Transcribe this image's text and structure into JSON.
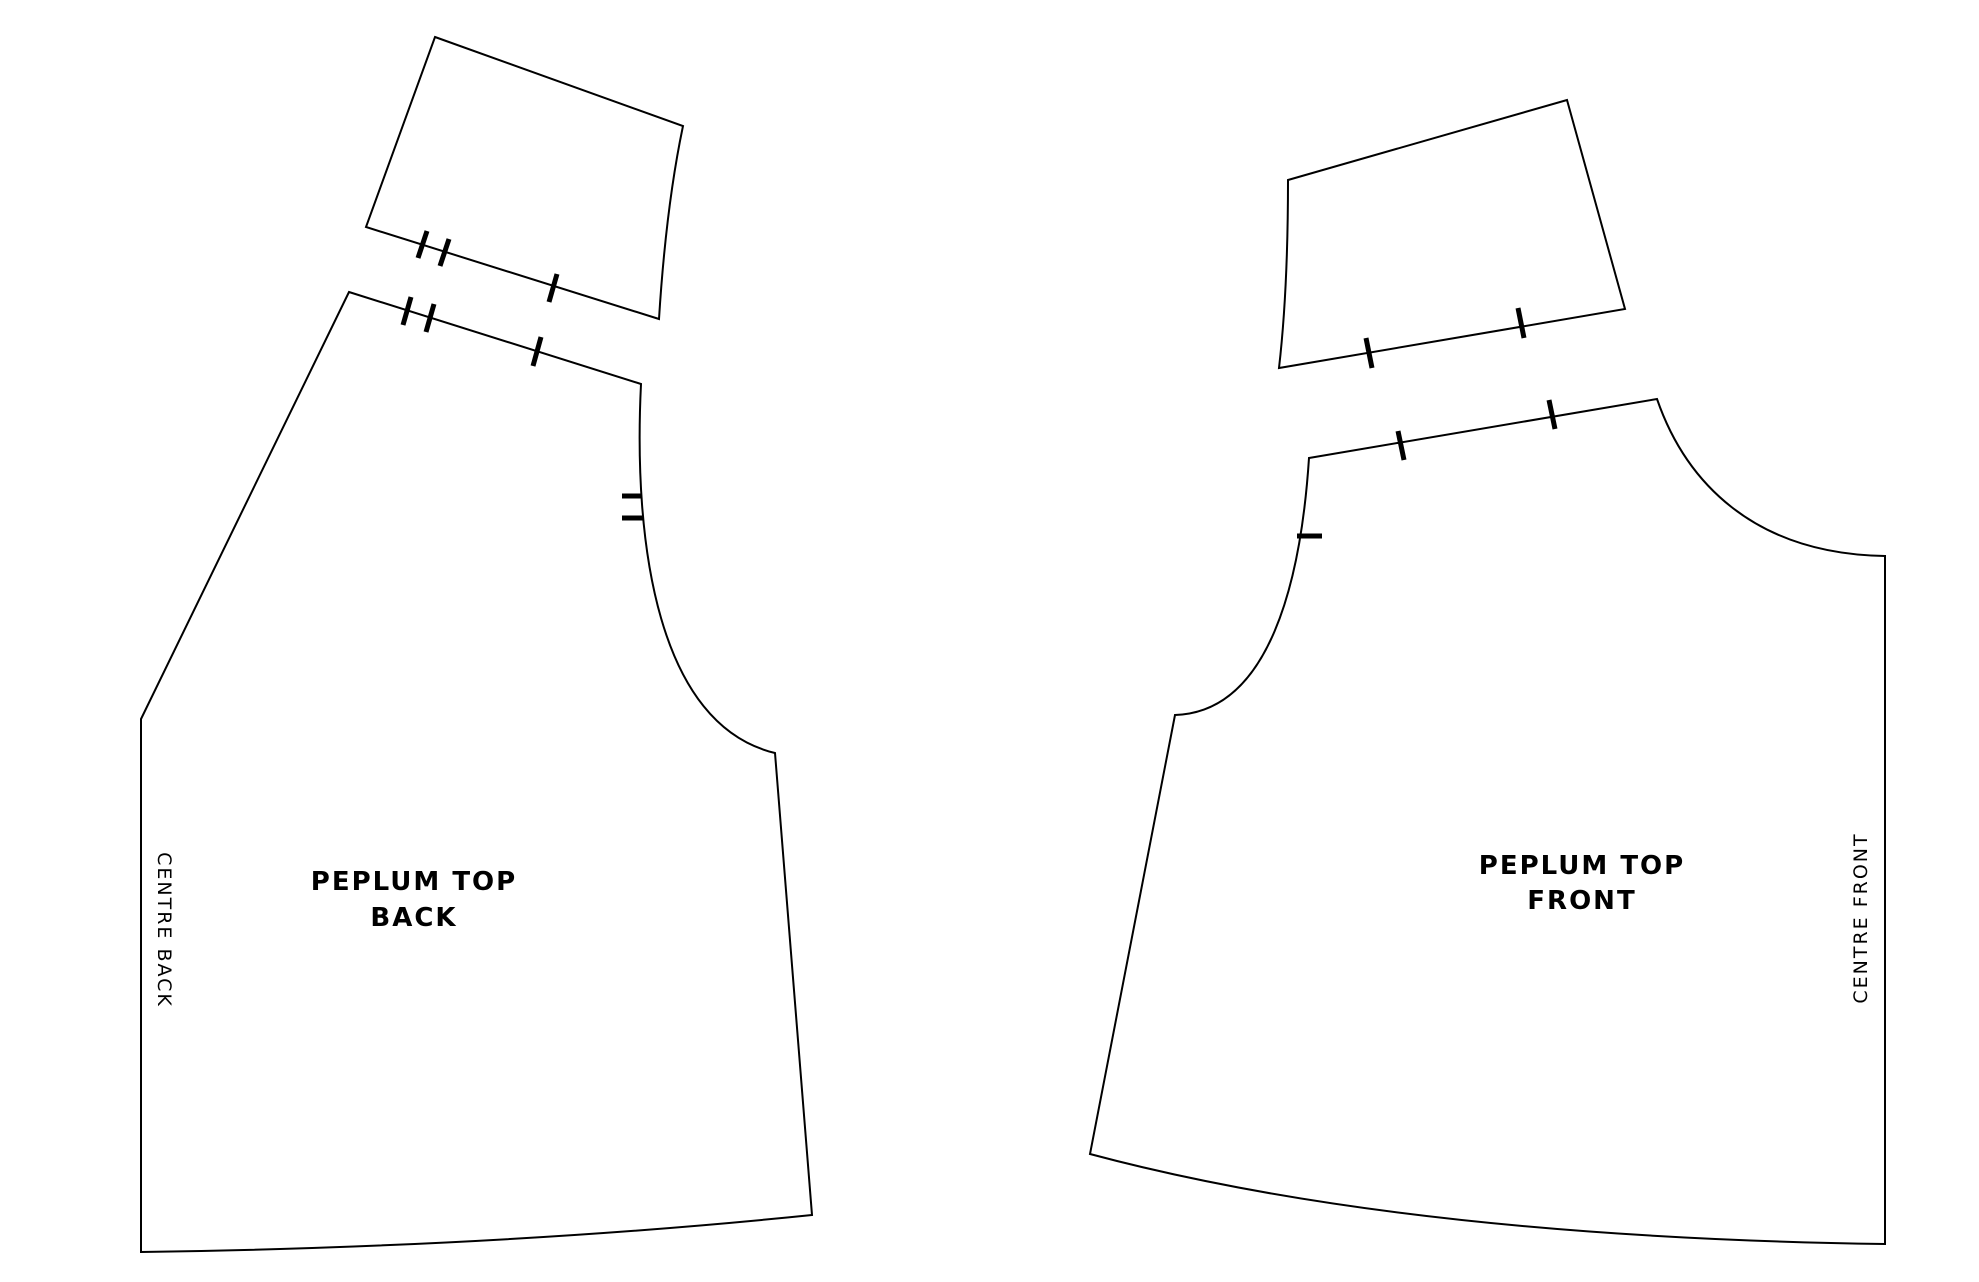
{
  "diagram": {
    "colors": {
      "line": "#000000",
      "background": "#ffffff"
    },
    "back": {
      "label_line1": "PEPLUM TOP",
      "label_line2": "BACK",
      "side_label": "CENTRE BACK"
    },
    "front": {
      "label_line1": "PEPLUM TOP",
      "label_line2": "FRONT",
      "side_label": "CENTRE  FRONT"
    }
  }
}
